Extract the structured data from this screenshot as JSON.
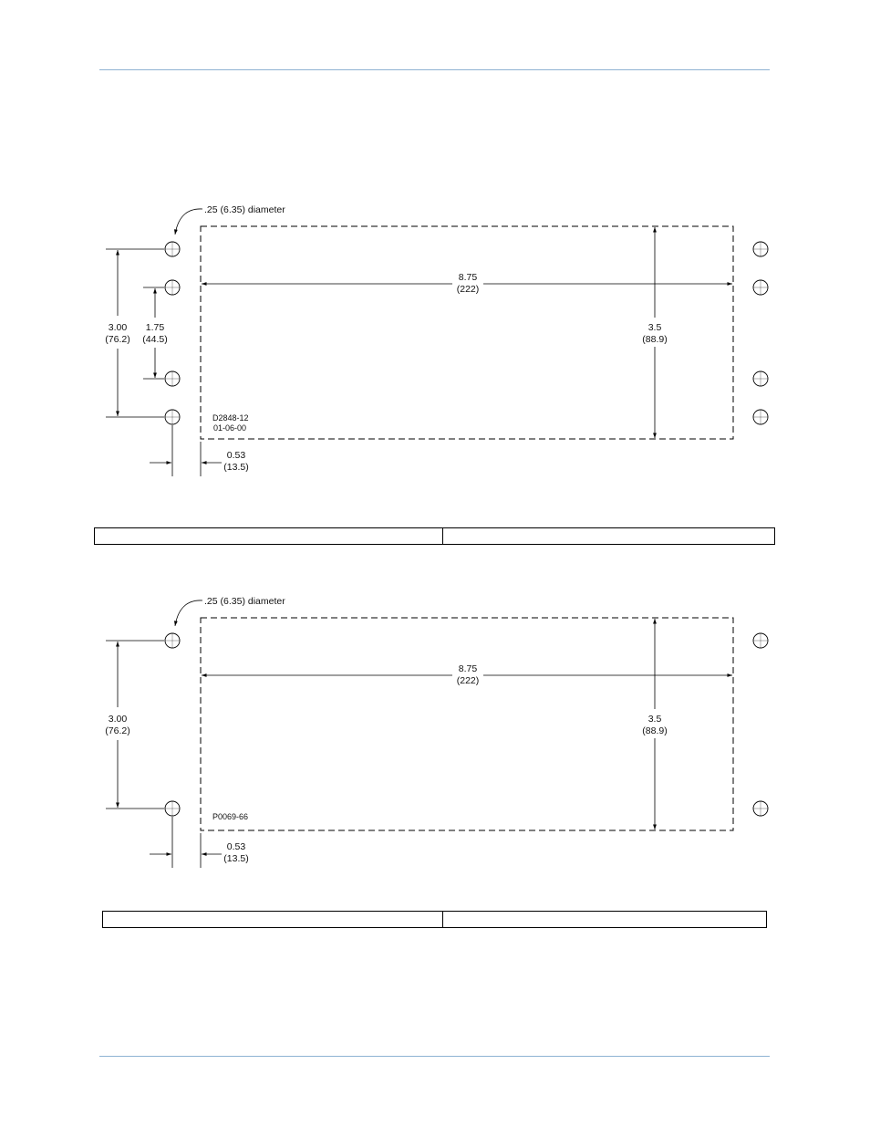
{
  "figures": [
    {
      "hole_note": ".25 (6.35) diameter",
      "width": {
        "in": "8.75",
        "mm": "(222)"
      },
      "height": {
        "in": "3.5",
        "mm": "(88.9)"
      },
      "outer_spacing": {
        "in": "3.00",
        "mm": "(76.2)"
      },
      "inner_spacing": {
        "in": "1.75",
        "mm": "(44.5)"
      },
      "offset": {
        "in": "0.53",
        "mm": "(13.5)"
      },
      "drawing_number": "D2848-12",
      "drawing_date": "01-06-00",
      "caption": {
        "left": "",
        "right": ""
      }
    },
    {
      "hole_note": ".25 (6.35) diameter",
      "width": {
        "in": "8.75",
        "mm": "(222)"
      },
      "height": {
        "in": "3.5",
        "mm": "(88.9)"
      },
      "outer_spacing": {
        "in": "3.00",
        "mm": "(76.2)"
      },
      "offset": {
        "in": "0.53",
        "mm": "(13.5)"
      },
      "drawing_number": "P0069-66",
      "caption": {
        "left": "",
        "right": ""
      }
    }
  ]
}
